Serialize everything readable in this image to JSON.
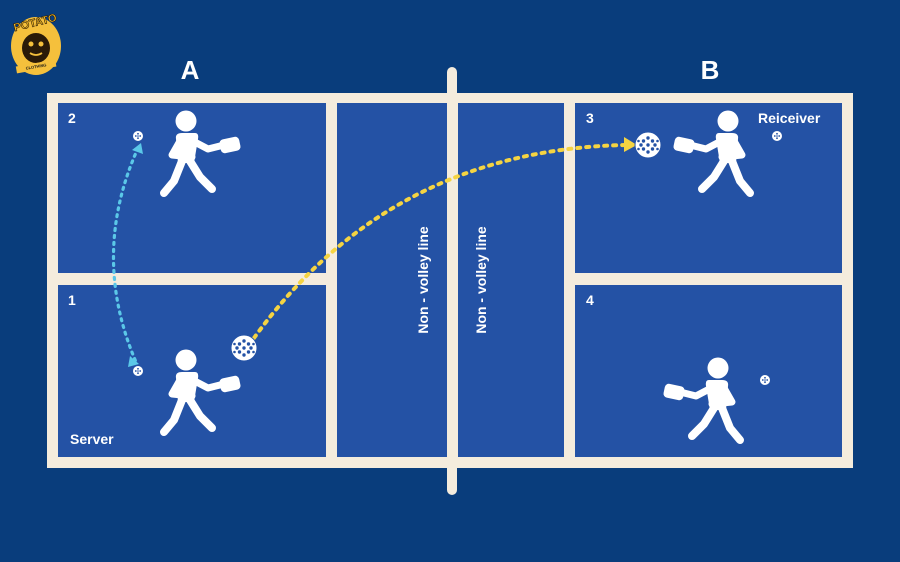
{
  "brand": {
    "logo_text": "POTATO",
    "logo_subtext": "CLOTHING",
    "icon": "potato-mascot-logo"
  },
  "court": {
    "colors": {
      "background": "#093d7c",
      "court_surface": "#2452a5",
      "lines": "#f4ecdd",
      "server_path": "#5bc8e8",
      "shot_path": "#f5d442",
      "ball": "#ffffff",
      "ball_holes": "#2452a5"
    },
    "sides": {
      "a": "A",
      "b": "B"
    },
    "zones": {
      "z1": "1",
      "z2": "2",
      "z3": "3",
      "z4": "4"
    },
    "roles": {
      "server": "Server",
      "receiver": "Reiceiver"
    },
    "non_volley_left": "Non - volley line",
    "non_volley_right": "Non - volley line"
  }
}
